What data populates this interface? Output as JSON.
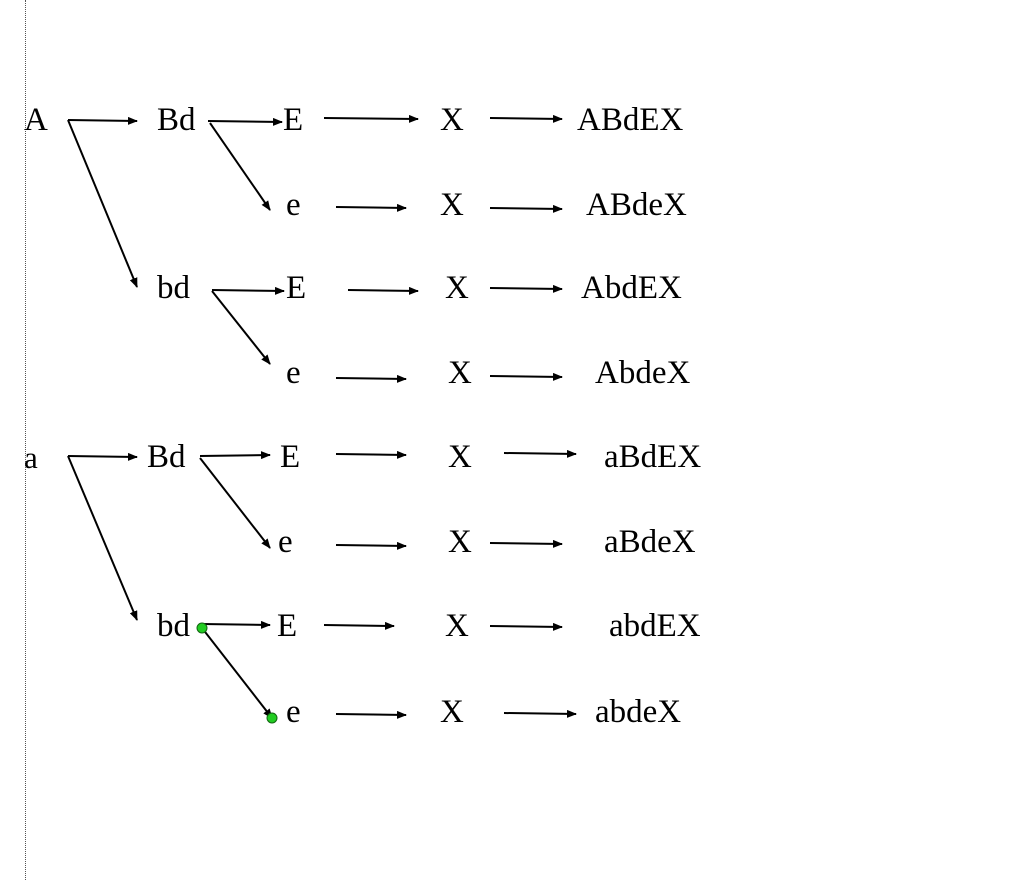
{
  "tree": {
    "roots": [
      "A",
      "a"
    ],
    "second_level": [
      "Bd",
      "bd",
      "Bd",
      "bd"
    ],
    "third_level": [
      "E",
      "e",
      "E",
      "e",
      "E",
      "e",
      "E",
      "e"
    ],
    "fourth_level": [
      "X",
      "X",
      "X",
      "X",
      "X",
      "X",
      "X",
      "X"
    ],
    "results": [
      "ABdEX",
      "ABdeX",
      "AbdEX",
      "AbdeX",
      "aBdEX",
      "aBdeX",
      "abdEX",
      "abdeX"
    ]
  },
  "colors": {
    "text": "#000000",
    "arrow": "#000000",
    "selection_handle": "#22cc22",
    "margin_line": "#555555"
  }
}
